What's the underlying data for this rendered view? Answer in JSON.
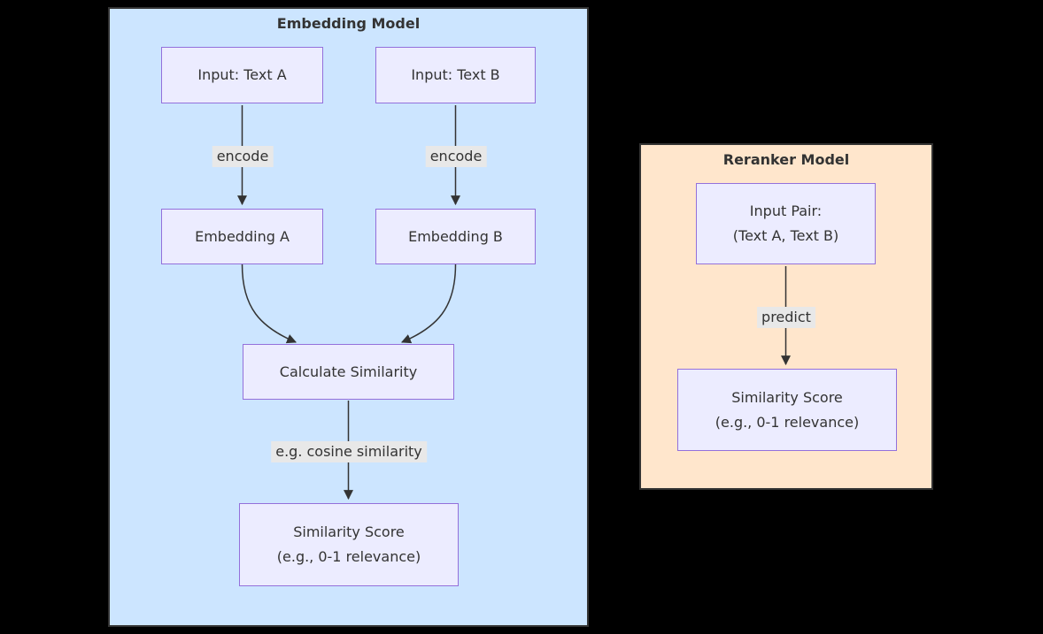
{
  "colors": {
    "page-bg": "#000000",
    "embedding-bg": "#cce5ff",
    "reranker-bg": "#ffe6cc",
    "cluster-border": "#333333",
    "node-fill": "#ececff",
    "node-border": "#9370db",
    "text": "#333333",
    "edge": "#333333",
    "edge-label-bg": "#e8e8e8"
  },
  "embedding_model": {
    "title": "Embedding Model",
    "nodes": {
      "input_a": {
        "label": "Input: Text A"
      },
      "input_b": {
        "label": "Input: Text B"
      },
      "embedding_a": {
        "label": "Embedding A"
      },
      "embedding_b": {
        "label": "Embedding B"
      },
      "calculate": {
        "label": "Calculate Similarity"
      },
      "score": {
        "line1": "Similarity Score",
        "line2": "(e.g., 0-1 relevance)"
      }
    },
    "edge_labels": {
      "encode_a": "encode",
      "encode_b": "encode",
      "cosine": "e.g. cosine similarity"
    }
  },
  "reranker_model": {
    "title": "Reranker Model",
    "nodes": {
      "input_pair": {
        "line1": "Input Pair:",
        "line2": "(Text A, Text B)"
      },
      "score": {
        "line1": "Similarity Score",
        "line2": "(e.g., 0-1 relevance)"
      }
    },
    "edge_labels": {
      "predict": "predict"
    }
  }
}
